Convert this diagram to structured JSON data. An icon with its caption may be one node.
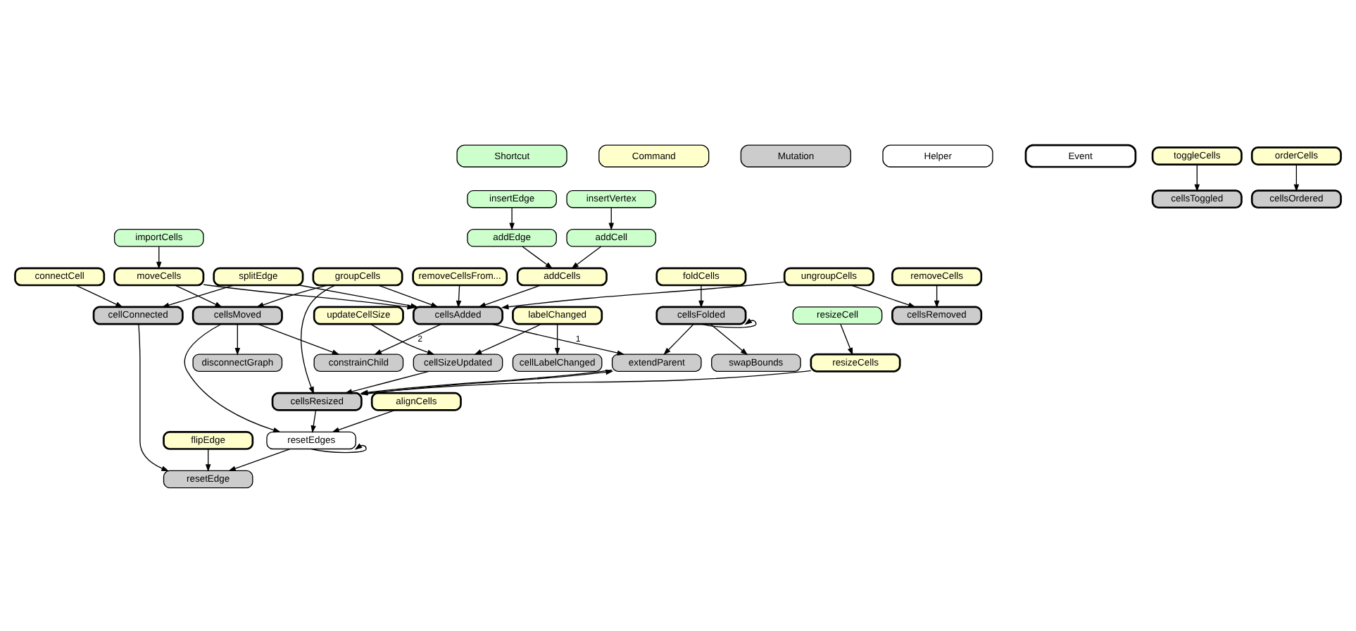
{
  "diagram": {
    "nodes": [
      {
        "text": [
          "insertEdge"
        ]
      },
      {
        "text": [
          "insertVertex"
        ]
      },
      {
        "text": [
          "addEdge"
        ]
      },
      {
        "text": [
          "addCell"
        ]
      },
      {
        "text": [
          "importCells"
        ]
      },
      {
        "text": [
          "resizeCell"
        ]
      },
      {
        "text": [
          "toggleCells"
        ]
      },
      {
        "text": [
          "removeCells"
        ]
      },
      {
        "text": [
          "splitEdge"
        ]
      },
      {
        "text": [
          "updateCellSize"
        ]
      },
      {
        "text": [
          "orderCells"
        ]
      },
      {
        "text": [
          "foldCells"
        ]
      },
      {
        "text": [
          "ungroupCells"
        ]
      },
      {
        "text": [
          "addCells"
        ]
      },
      {
        "text": [
          "moveCells"
        ]
      },
      {
        "text": [
          "connectCell"
        ]
      },
      {
        "text": [
          "resizeCells"
        ]
      },
      {
        "text": [
          "labelChanged"
        ]
      },
      {
        "text": [
          "removeCellsFrom..."
        ]
      },
      {
        "text": [
          "flipEdge"
        ]
      },
      {
        "text": [
          "groupCells"
        ]
      },
      {
        "text": [
          "cellsToggled"
        ]
      },
      {
        "text": [
          "cellsRemoved"
        ]
      },
      {
        "text": [
          "cellConnected"
        ]
      },
      {
        "text": [
          "alignCells"
        ]
      },
      {
        "text": [
          "cellSizeUpdated"
        ]
      },
      {
        "text": [
          "cellsOrdered"
        ]
      },
      {
        "text": [
          "cellsFolded"
        ]
      },
      {
        "text": [
          "cellsAdded"
        ]
      },
      {
        "text": [
          "cellsMoved"
        ]
      },
      {
        "text": [
          "cellsResized"
        ]
      },
      {
        "text": [
          "cellLabelChanged"
        ]
      },
      {
        "text": [
          "swapBounds"
        ]
      },
      {
        "text": [
          "extendParent"
        ]
      },
      {
        "text": [
          "constrainChild"
        ]
      },
      {
        "text": [
          "disconnectGraph"
        ]
      },
      {
        "text": [
          "resetEdge"
        ]
      },
      {
        "text": [
          "resetEdges"
        ]
      }
    ],
    "edges": [
      {
        "from": 0,
        "to": 2,
        "arrow": "to"
      },
      {
        "from": 1,
        "to": 3,
        "arrow": "to"
      },
      {
        "from": 2,
        "to": 13,
        "arrow": "to"
      },
      {
        "from": 3,
        "to": 13,
        "arrow": "to"
      },
      {
        "from": 4,
        "to": 14,
        "arrow": "to"
      },
      {
        "from": 5,
        "to": 16,
        "arrow": "to"
      },
      {
        "from": 6,
        "to": 21,
        "arrow": "to"
      },
      {
        "from": 7,
        "to": 22,
        "arrow": "to"
      },
      {
        "from": 12,
        "to": 22,
        "arrow": "to"
      },
      {
        "from": 12,
        "to": 28,
        "arrow": "to"
      },
      {
        "from": 10,
        "to": 26,
        "arrow": "to"
      },
      {
        "from": 11,
        "to": 27,
        "arrow": "to"
      },
      {
        "from": 18,
        "to": 28,
        "arrow": "to"
      },
      {
        "from": 13,
        "to": 28,
        "arrow": "to"
      },
      {
        "from": 14,
        "to": 28,
        "arrow": "to"
      },
      {
        "from": 8,
        "to": 28,
        "arrow": "to"
      },
      {
        "from": 20,
        "to": 28,
        "arrow": "to"
      },
      {
        "from": 20,
        "to": 29,
        "arrow": "to"
      },
      {
        "from": 14,
        "to": 29,
        "arrow": "to"
      },
      {
        "from": 20,
        "to": 30,
        "arrow": "to"
      },
      {
        "from": 8,
        "to": 23,
        "arrow": "to"
      },
      {
        "from": 15,
        "to": 23,
        "arrow": "to"
      },
      {
        "from": 9,
        "to": 25,
        "arrow": "to"
      },
      {
        "from": 17,
        "to": 25,
        "arrow": "to"
      },
      {
        "from": 17,
        "to": 31,
        "arrow": "to"
      },
      {
        "from": 27,
        "to": 27,
        "arrow": "to"
      },
      {
        "from": 27,
        "to": 32,
        "arrow": "to"
      },
      {
        "from": 27,
        "to": 33,
        "arrow": "to"
      },
      {
        "from": 28,
        "to": 33,
        "arrow": "to",
        "label": "1"
      },
      {
        "from": 28,
        "to": 34,
        "arrow": "to",
        "label": "2"
      },
      {
        "from": 29,
        "to": 34,
        "arrow": "to"
      },
      {
        "from": 29,
        "to": 35,
        "arrow": "to"
      },
      {
        "from": 29,
        "to": 37,
        "arrow": "to"
      },
      {
        "from": 23,
        "to": 36,
        "arrow": "to"
      },
      {
        "from": 19,
        "to": 36,
        "arrow": "to"
      },
      {
        "from": 24,
        "to": 37,
        "arrow": "to"
      },
      {
        "from": 16,
        "to": 30,
        "arrow": "to"
      },
      {
        "from": 25,
        "to": 30,
        "arrow": "to"
      },
      {
        "from": 30,
        "to": 37,
        "arrow": "to"
      },
      {
        "from": 37,
        "to": 36,
        "arrow": "to"
      },
      {
        "from": 37,
        "to": 37,
        "arrow": "to"
      },
      {
        "from": 33,
        "to": 30,
        "arrow": "to"
      },
      {
        "from": 30,
        "to": 33,
        "arrow": "to"
      }
    ],
    "legend": [
      {
        "text": "Shortcut",
        "color": "#ccffcc"
      },
      {
        "text": "Command",
        "color": "#ffffcc"
      },
      {
        "text": "Mutation",
        "color": "#cccccc"
      },
      {
        "text": "Helper",
        "color": "#ffffff"
      },
      {
        "text": "Event"
      }
    ]
  }
}
